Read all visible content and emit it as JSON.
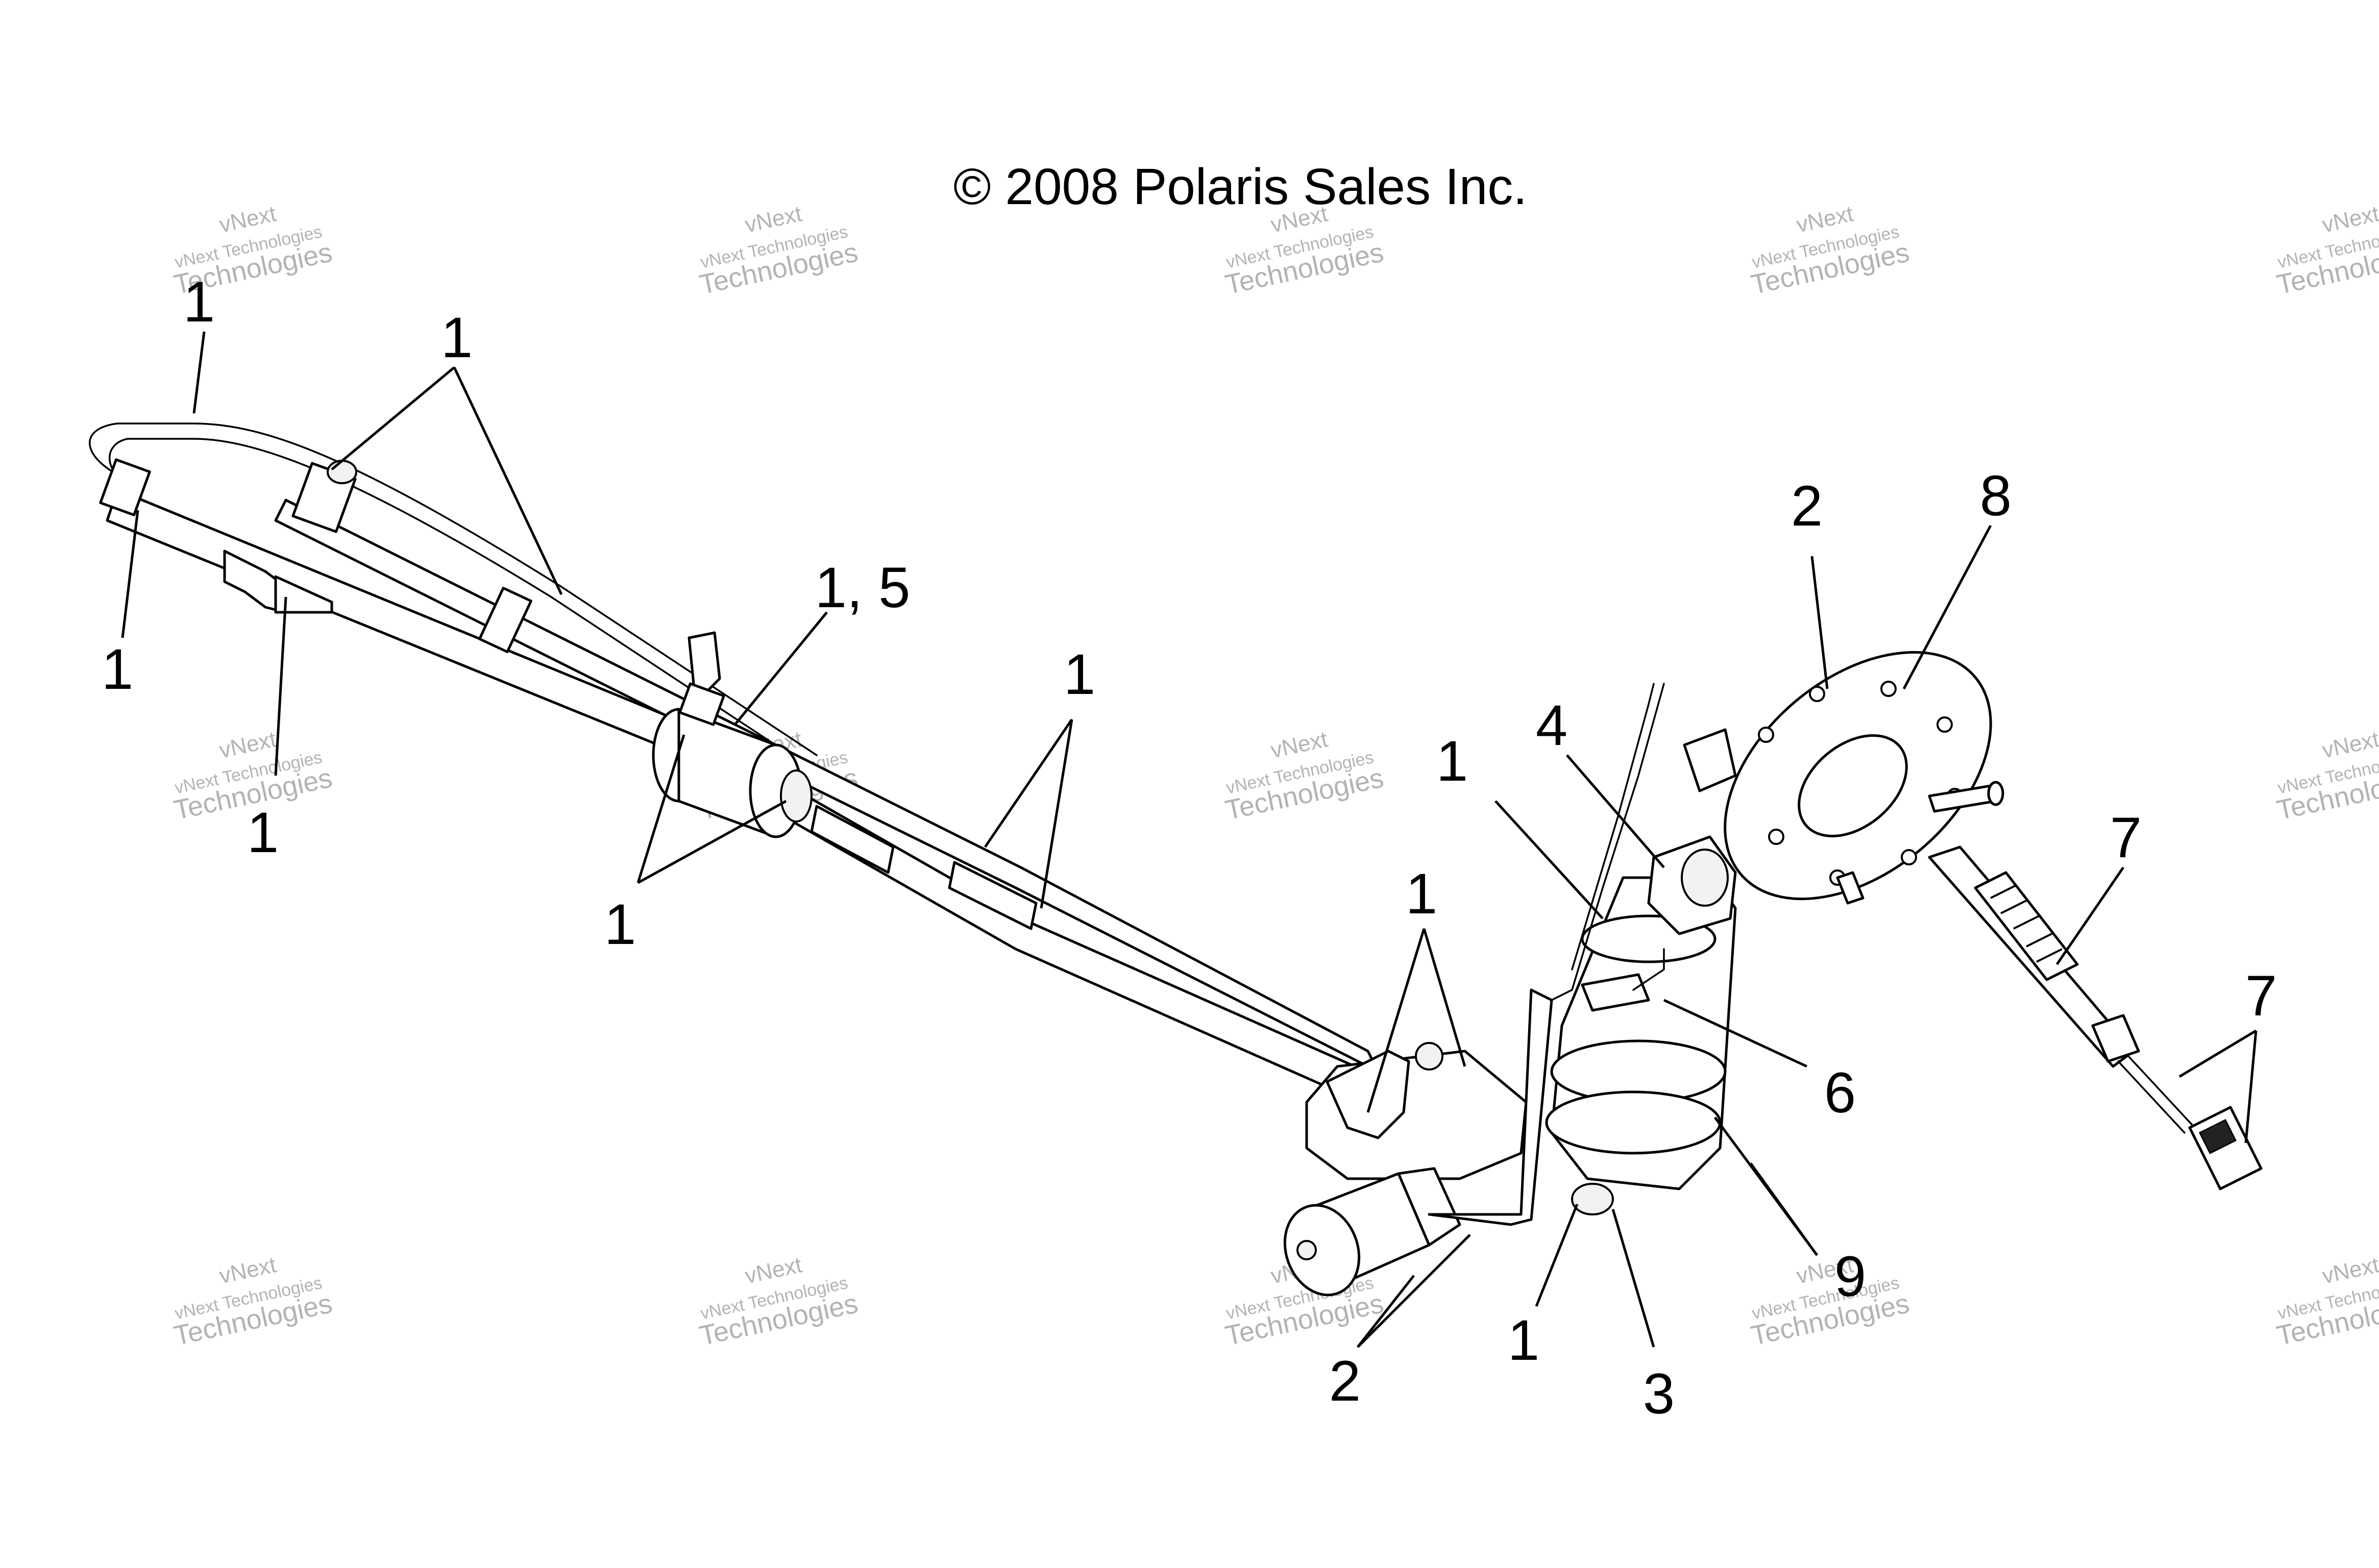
{
  "copyright": "© 2008 Polaris Sales Inc.",
  "watermark": {
    "line1": "vNext Technologies",
    "line2": "vNext",
    "line3": "Technologies",
    "color": "#9a9a9a"
  },
  "callouts": {
    "c01": "1",
    "c02": "1",
    "c03": "1",
    "c04": "1",
    "c05": "1, 5",
    "c06": "1",
    "c07": "1",
    "c08": "2",
    "c09": "8",
    "c10": "1",
    "c11": "4",
    "c12": "1",
    "c13": "7",
    "c14": "7",
    "c15": "6",
    "c16": "9",
    "c17": "2",
    "c18": "1",
    "c19": "3"
  }
}
